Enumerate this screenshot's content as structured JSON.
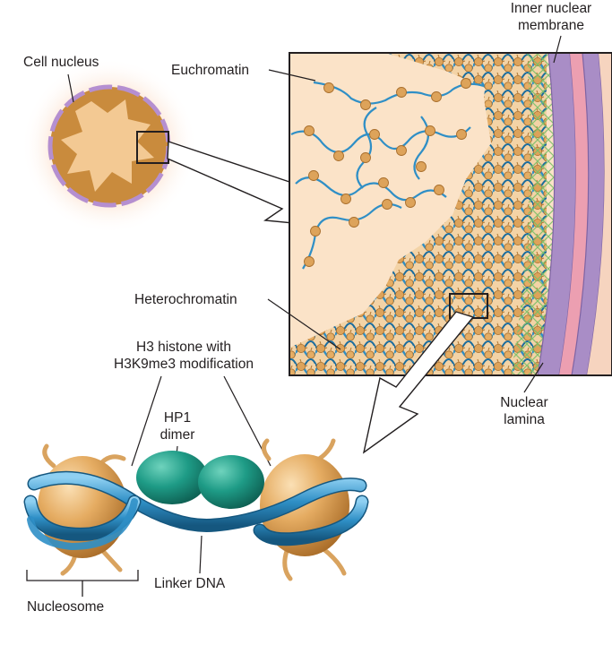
{
  "labels": {
    "cell_nucleus": "Cell nucleus",
    "euchromatin": "Euchromatin",
    "inner_membrane_line1": "Inner nuclear",
    "inner_membrane_line2": "membrane",
    "heterochromatin": "Heterochromatin",
    "h3_line1": "H3 histone with",
    "h3_line2": "H3K9me3 modification",
    "hp1_line1": "HP1",
    "hp1_line2": "dimer",
    "nuclear_lamina_line1": "Nuclear",
    "nuclear_lamina_line2": "lamina",
    "linker_dna": "Linker DNA",
    "nucleosome": "Nucleosome"
  },
  "colors": {
    "nucleoplasm": "#fbe3c8",
    "dna": "#2f8fc6",
    "dna_dark": "#1b5f8c",
    "histone": "#dda35a",
    "histone_dark": "#b87a32",
    "hp1": "#1e9b86",
    "inner_membrane": "#a98dc6",
    "outer_membrane": "#e9a3b2",
    "lamina": "#7bbf6a",
    "nucleus_body": "#c78a3c",
    "nucleus_glow": "#f5b98d"
  }
}
